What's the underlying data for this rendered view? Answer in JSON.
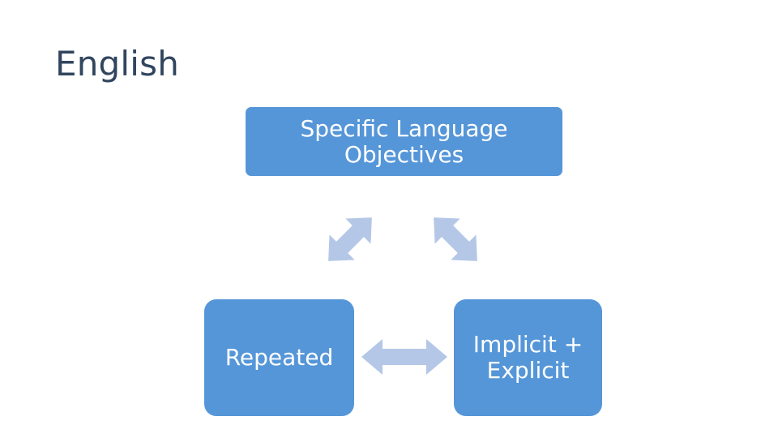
{
  "slide": {
    "title": "English",
    "background_color": "#FFFFFF",
    "title_color": "#31455E"
  },
  "palette": {
    "node_fill": "#5596D8",
    "node_text": "#FFFFFF",
    "arrow_fill": "#B4C7E7"
  },
  "diagram": {
    "type": "cycle",
    "nodes": [
      {
        "id": "objectives",
        "label": "Specific Language Objectives",
        "lines": [
          "Specific Language",
          "Objectives"
        ],
        "position": "top"
      },
      {
        "id": "repeated",
        "label": "Repeated",
        "lines": [
          "Repeated"
        ],
        "position": "bottom-left"
      },
      {
        "id": "implicit-explicit",
        "label": "Implicit + Explicit",
        "lines": [
          "Implicit +",
          "Explicit"
        ],
        "position": "bottom-right"
      }
    ],
    "connectors": [
      {
        "id": "left-diagonal",
        "name": "double-headed-arrow",
        "from": "repeated",
        "to": "objectives",
        "direction": "bidirectional"
      },
      {
        "id": "right-diagonal",
        "name": "double-headed-arrow",
        "from": "objectives",
        "to": "implicit-explicit",
        "direction": "bidirectional"
      },
      {
        "id": "horizontal",
        "name": "double-headed-arrow",
        "from": "repeated",
        "to": "implicit-explicit",
        "direction": "bidirectional"
      }
    ]
  }
}
